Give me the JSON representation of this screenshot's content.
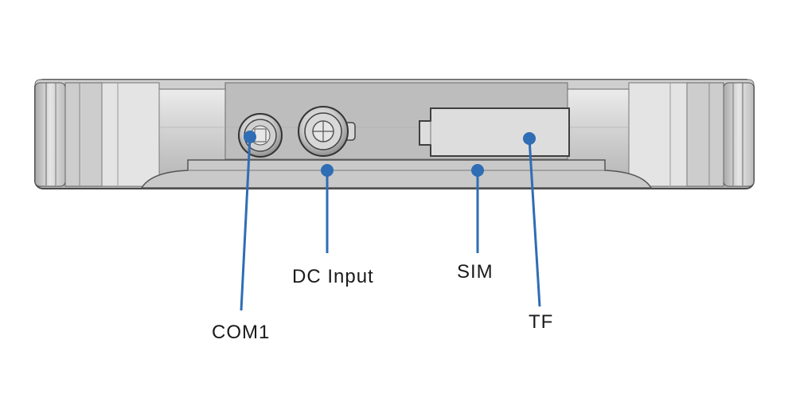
{
  "diagram": {
    "callouts": [
      {
        "id": "com1",
        "label": "COM1"
      },
      {
        "id": "dc",
        "label": "DC Input"
      },
      {
        "id": "sim",
        "label": "SIM"
      },
      {
        "id": "tf",
        "label": "TF"
      }
    ]
  },
  "colors": {
    "callout": "#2f6db5",
    "outline": "#4a4a4a",
    "body_fill": "#d7d7d7",
    "body_light": "#eeeeee",
    "body_dark": "#9a9a9a"
  }
}
